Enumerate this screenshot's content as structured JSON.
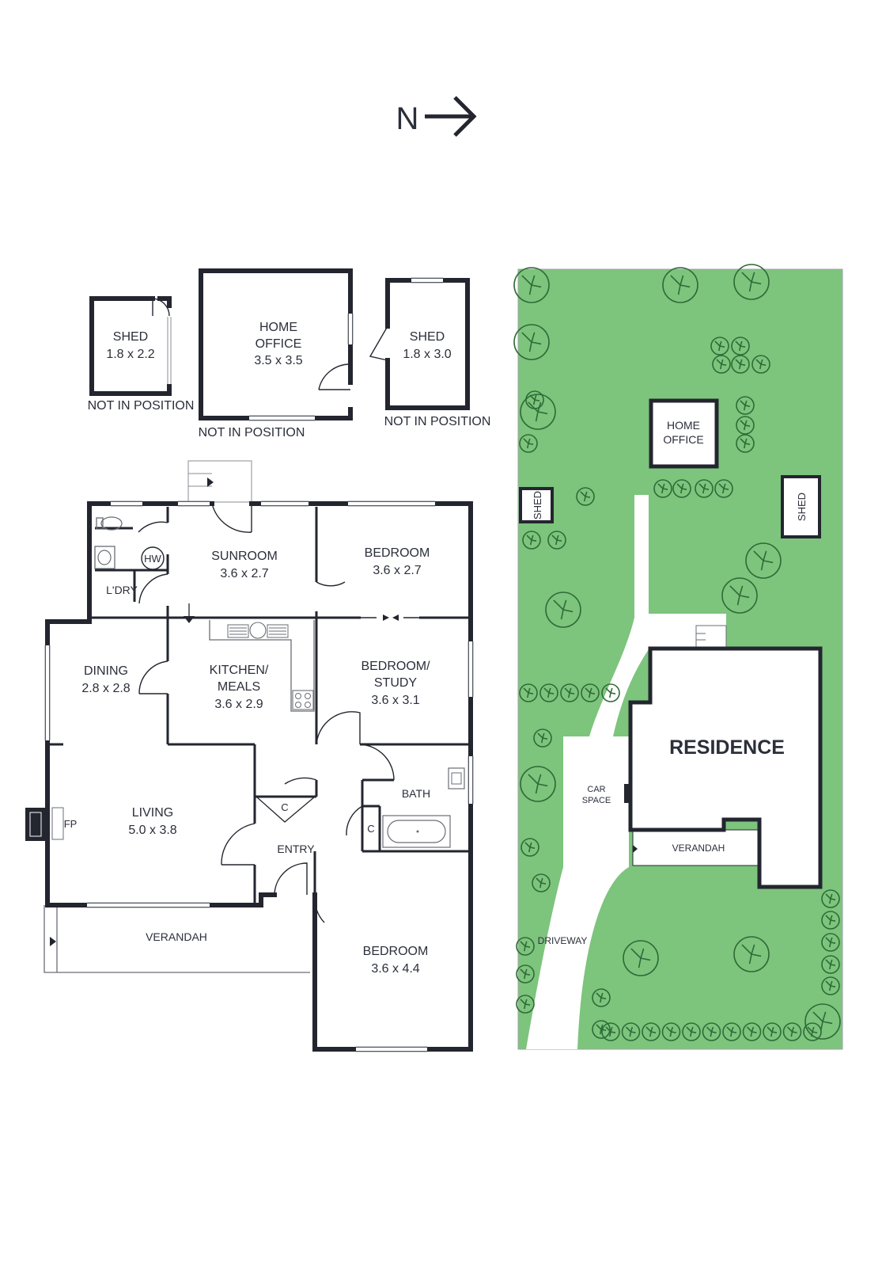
{
  "compass": {
    "letter": "N"
  },
  "outbuildings": {
    "shed_small": {
      "name": "SHED",
      "size": "1.8 x 2.2",
      "note": "NOT IN POSITION"
    },
    "home_office": {
      "name_line1": "HOME",
      "name_line2": "OFFICE",
      "size": "3.5 x 3.5",
      "note": "NOT IN POSITION"
    },
    "shed_large": {
      "name": "SHED",
      "size": "1.8 x 3.0",
      "note": "NOT IN POSITION"
    }
  },
  "rooms": {
    "sunroom": {
      "name": "SUNROOM",
      "size": "3.6 x 2.7"
    },
    "bedroom_1": {
      "name": "BEDROOM",
      "size": "3.6 x 2.7"
    },
    "laundry": {
      "name": "L'DRY"
    },
    "hot_water": {
      "name": "HW"
    },
    "dining": {
      "name": "DINING",
      "size": "2.8 x 2.8"
    },
    "kitchen": {
      "name_line1": "KITCHEN/",
      "name_line2": "MEALS",
      "size": "3.6 x 2.9"
    },
    "bedroom_study": {
      "name_line1": "BEDROOM/",
      "name_line2": "STUDY",
      "size": "3.6 x 3.1"
    },
    "bath": {
      "name": "BATH"
    },
    "living": {
      "name": "LIVING",
      "size": "5.0 x 3.8"
    },
    "fireplace": {
      "name": "FP"
    },
    "cupboard_1": {
      "name": "C"
    },
    "cupboard_2": {
      "name": "C"
    },
    "entry": {
      "name": "ENTRY"
    },
    "verandah": {
      "name": "VERANDAH"
    },
    "bedroom_2": {
      "name": "BEDROOM",
      "size": "3.6 x 4.4"
    }
  },
  "site": {
    "residence": "RESIDENCE",
    "home_office_line1": "HOME",
    "home_office_line2": "OFFICE",
    "shed_left": "SHED",
    "shed_right": "SHED",
    "car_space_line1": "CAR",
    "car_space_line2": "SPACE",
    "verandah": "VERANDAH",
    "driveway": "DRIVEWAY",
    "colors": {
      "lawn": "#7dc47d",
      "wall": "#23262f",
      "path": "#ffffff"
    }
  }
}
